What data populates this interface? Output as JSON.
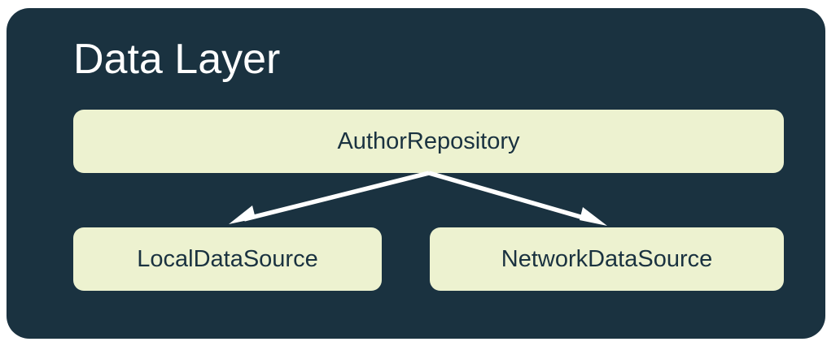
{
  "diagram": {
    "title": "Data Layer",
    "background_color": "#1A3240",
    "node_color": "#EDF2D0",
    "node_text_color": "#1A3240",
    "title_color": "#FFFFFF",
    "arrow_color": "#FFFFFF",
    "page_background": "#FFFFFF",
    "nodes": [
      {
        "id": "repository",
        "label": "AuthorRepository",
        "role": "repository"
      },
      {
        "id": "local",
        "label": "LocalDataSource",
        "role": "data-source"
      },
      {
        "id": "network",
        "label": "NetworkDataSource",
        "role": "data-source"
      }
    ],
    "edges": [
      {
        "from": "repository",
        "to": "local",
        "style": "solid-arrow"
      },
      {
        "from": "repository",
        "to": "network",
        "style": "solid-arrow"
      }
    ]
  }
}
